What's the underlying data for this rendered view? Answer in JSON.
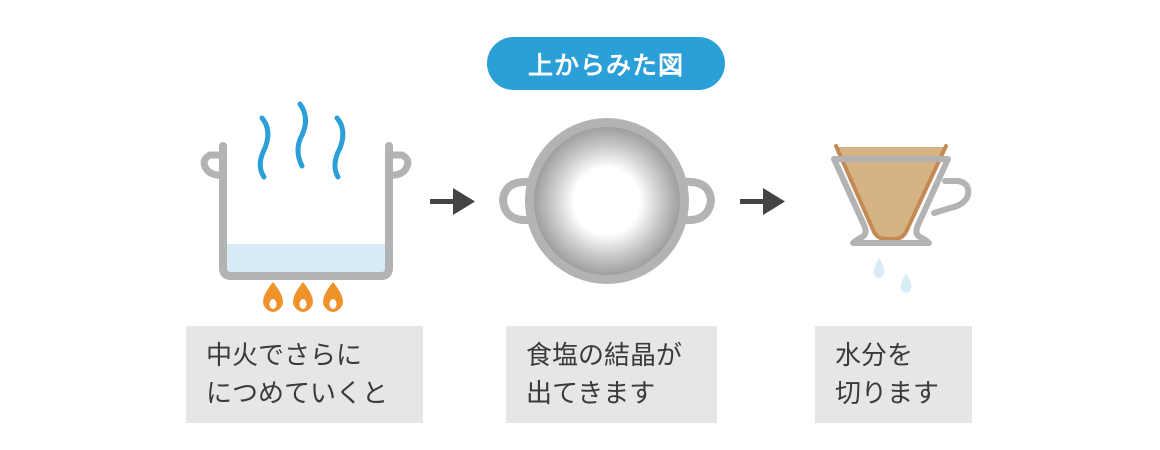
{
  "top_view_label": "上からみた図",
  "steps": [
    {
      "line1": "中火でさらに",
      "line2": "につめていくと"
    },
    {
      "line1": "食塩の結晶が",
      "line2": "出てきます"
    },
    {
      "line1": "水分を",
      "line2": "切ります"
    }
  ],
  "colors": {
    "accent": "#2a9fd8",
    "steam": "#2a9fd8",
    "flame": "#f0922a",
    "metal": "#b3b3b3",
    "water": "#d8ecf8",
    "filter": "#d6b382",
    "filter_edge": "#c48a55",
    "arrow": "#444444",
    "label_bg": "#e6e6e6"
  }
}
